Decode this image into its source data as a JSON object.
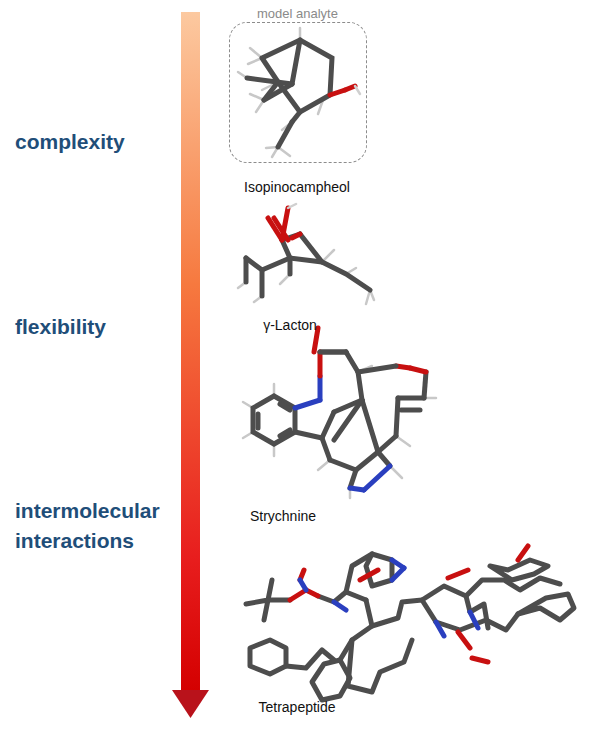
{
  "diagram": {
    "nodes": [
      {
        "text": [
          "model analyte"
        ]
      }
    ],
    "labels": [
      "complexity",
      "flexibility",
      "intermolecular interactions",
      "Isopinocampheol",
      "γ-Lacton",
      "Strychnine",
      "Tetrapeptide"
    ]
  }
}
